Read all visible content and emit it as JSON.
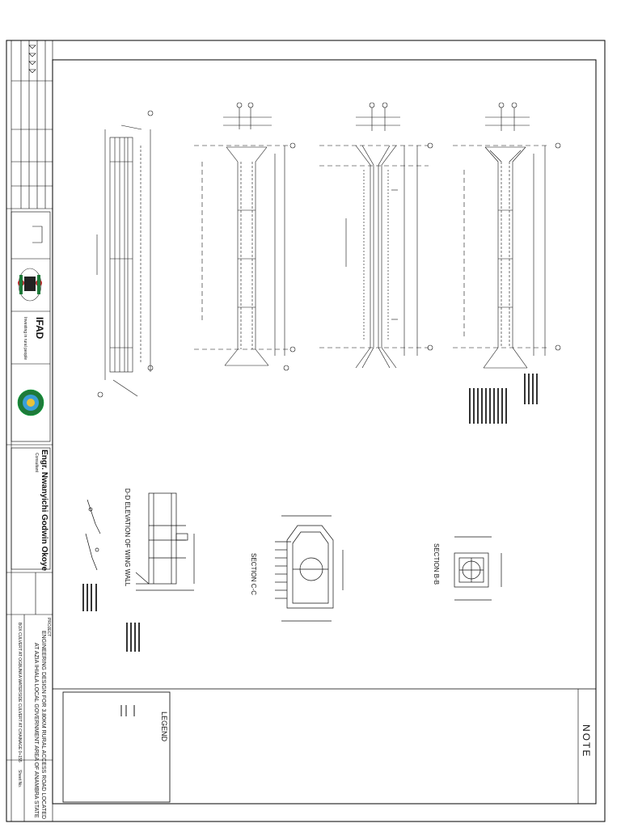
{
  "title_block": {
    "engineer_name": "Engr. Nwanyichi Godwin Okoye",
    "engineer_caption": "Consultant",
    "ifad_logo": "IFAD",
    "ifad_tagline": "Investing in rural people",
    "project_label": "PROJECT",
    "project_title_line1": "ENGINEERING DESIGN FOR 3.80KM RURAL ACCESS ROAD LOCATED",
    "project_title_line2": "AT AZIA IHIALA LOCAL GOVERNMENT AREA OF ANAMBRA STATE",
    "drawing_title": "BOX CULVERT AT OGBUNKA WATERSIDE CULVERT AT CHAINAGE 0+155",
    "sheet_label": "Sheet No."
  },
  "views": {
    "wingwall": "D-D ELEVATION OF WING WALL",
    "section_cc": "SECTION C-C",
    "section_bb": "SECTION B-B"
  },
  "legend": {
    "title": "LEGEND"
  },
  "note": {
    "title": "NOTE"
  },
  "colors": {
    "line": "#111111",
    "frame": "#000000",
    "logo_green": "#1f7a3a",
    "logo_red": "#b02a2a"
  }
}
